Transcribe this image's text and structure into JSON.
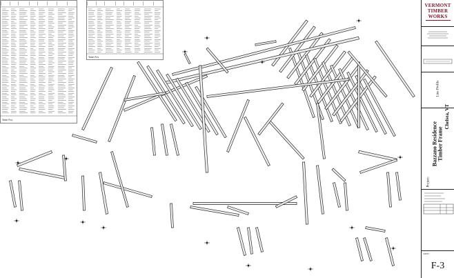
{
  "title_block": {
    "company_logo_lines": [
      "VERMONT",
      "TIMBER",
      "WORKS"
    ],
    "line_profile_label": "Line Profile",
    "project_label": "Project:",
    "project_name_line1": "Bazzano Residence",
    "project_name_line2": "Timber Frame",
    "project_location": "Chelsea, VT",
    "sheet_label": "SHEET",
    "sheet_number": "F-3"
  },
  "schedule_tables": {
    "left_table_footer": "Total Pcs",
    "right_table_footer": "Total Pcs"
  },
  "colors": {
    "ink": "#222222",
    "logo_red": "#7a1426",
    "paper": "#ffffff"
  },
  "drawing": {
    "type": "exploded isometric timber frame assembly"
  }
}
